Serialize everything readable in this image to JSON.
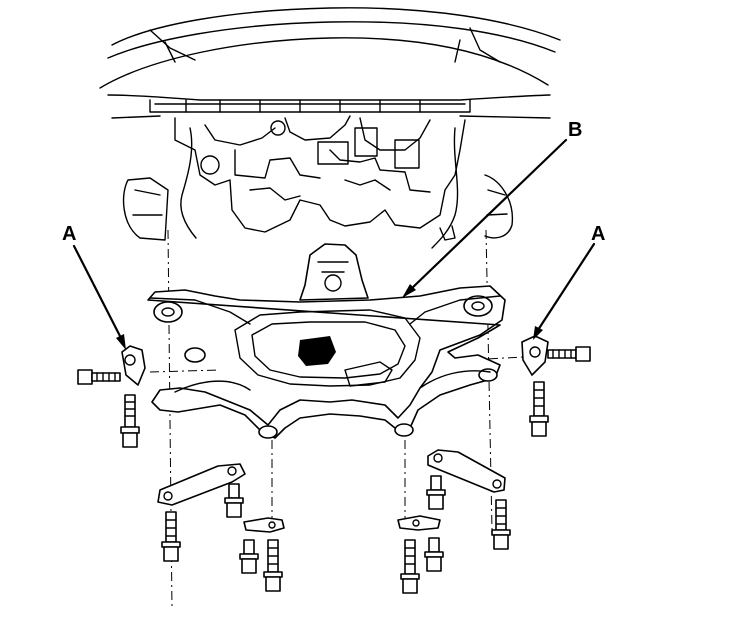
{
  "diagram": {
    "callouts": {
      "a_left": "A",
      "b": "B",
      "a_right": "A"
    }
  }
}
